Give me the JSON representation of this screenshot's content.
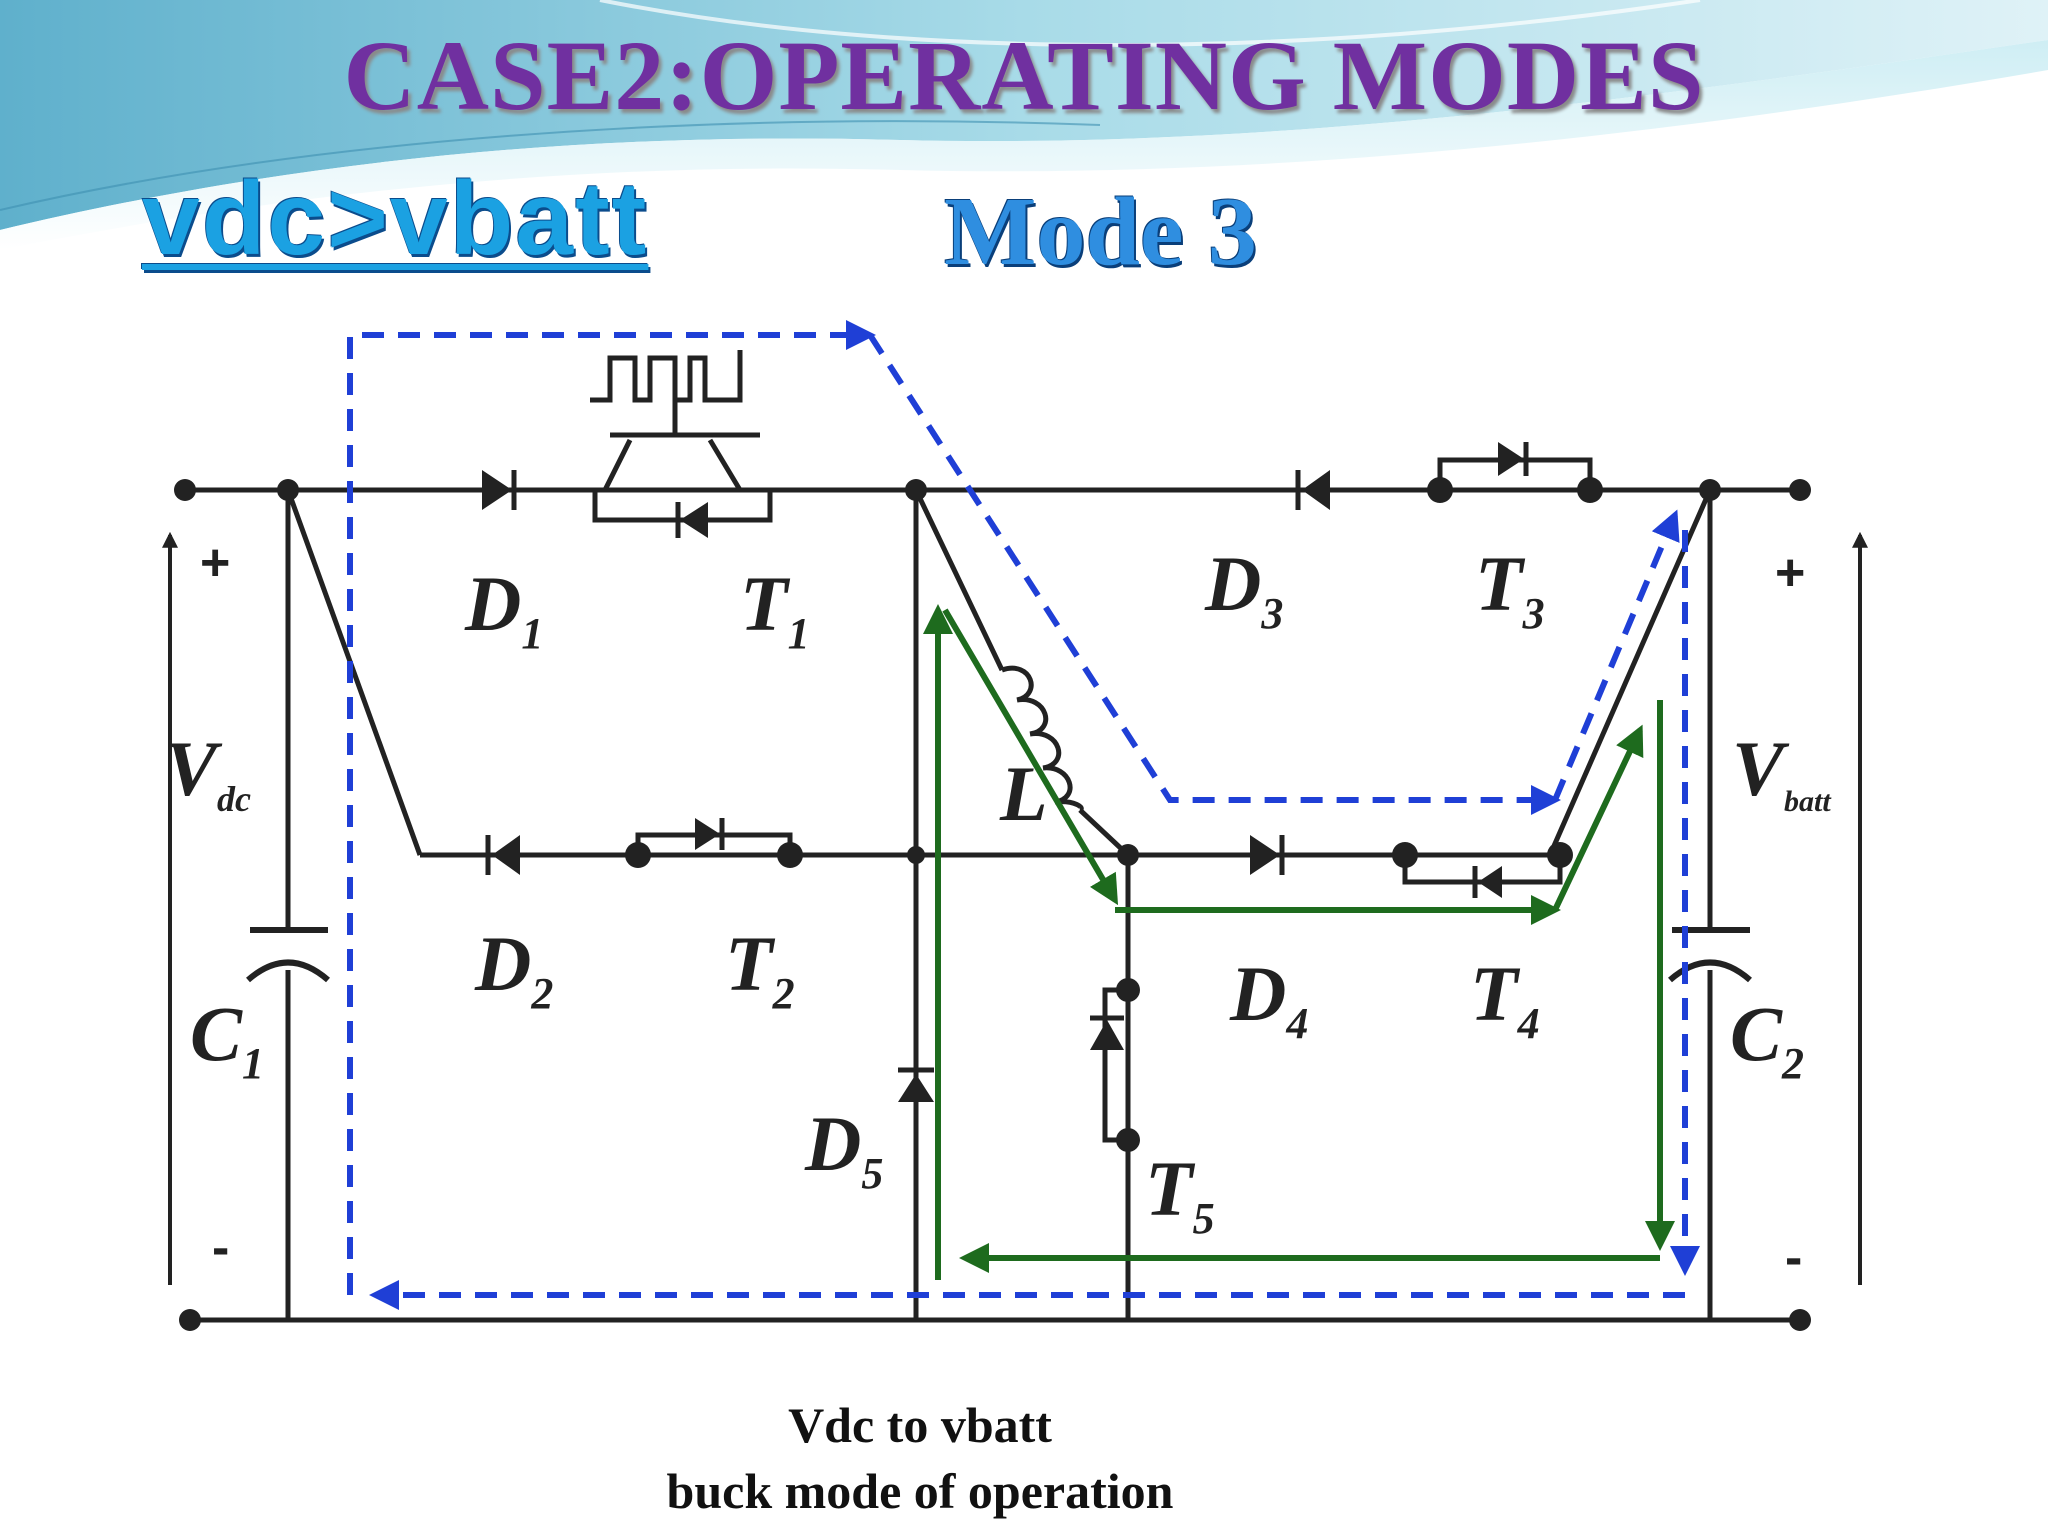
{
  "slide": {
    "title": "CASE2:OPERATING MODES",
    "subtitle_left": "vdc>vbatt",
    "subtitle_right": "Mode 3"
  },
  "diagram": {
    "labels": {
      "D1": [
        "D",
        "1"
      ],
      "T1": [
        "T",
        "1"
      ],
      "D2": [
        "D",
        "2"
      ],
      "T2": [
        "T",
        "2"
      ],
      "D3": [
        "D",
        "3"
      ],
      "T3": [
        "T",
        "3"
      ],
      "D4": [
        "D",
        "4"
      ],
      "T4": [
        "T",
        "4"
      ],
      "D5": [
        "D",
        "5"
      ],
      "T5": [
        "T",
        "5"
      ],
      "L": "L",
      "C1": [
        "C",
        "1"
      ],
      "C2": [
        "C",
        "2"
      ],
      "Vdc": [
        "V",
        "dc"
      ],
      "Vbatt": [
        "V",
        "batt"
      ],
      "plus_left": "+",
      "minus_left": "-",
      "plus_right": "+",
      "minus_right": "-"
    },
    "colors": {
      "wire": "#222222",
      "blue_path": "#1f3fd6",
      "green_path": "#1e6b1e"
    }
  },
  "caption": {
    "line1": "Vdc to vbatt",
    "line2": "buck mode of operation"
  }
}
